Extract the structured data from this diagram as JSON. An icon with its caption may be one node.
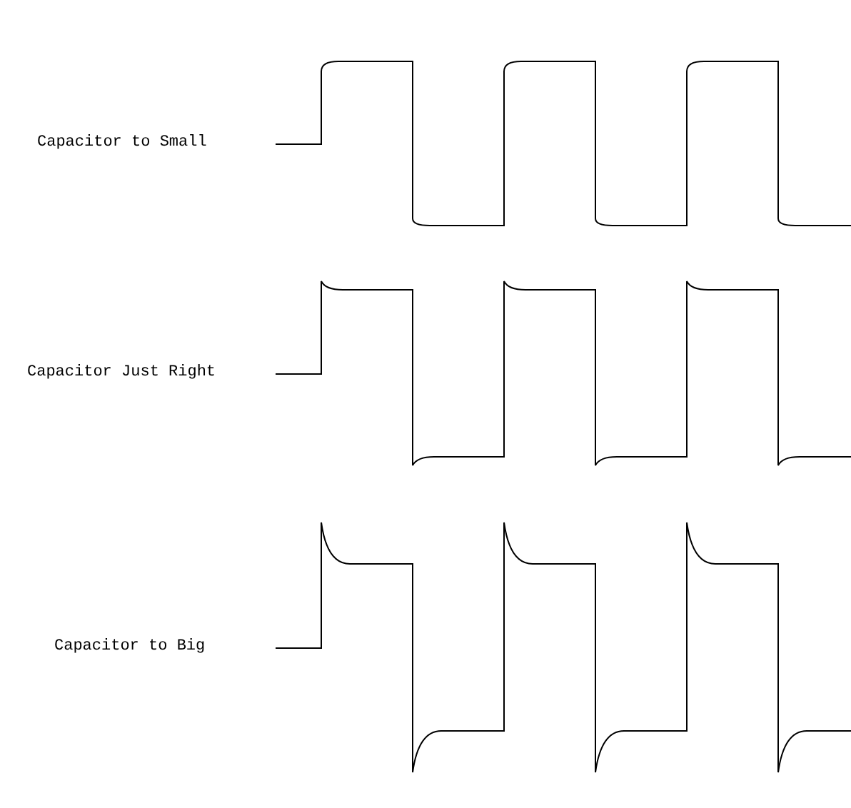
{
  "diagram": {
    "labels": [
      "Capacitor to Small",
      "Capacitor Just Right",
      "Capacitor to Big"
    ]
  }
}
